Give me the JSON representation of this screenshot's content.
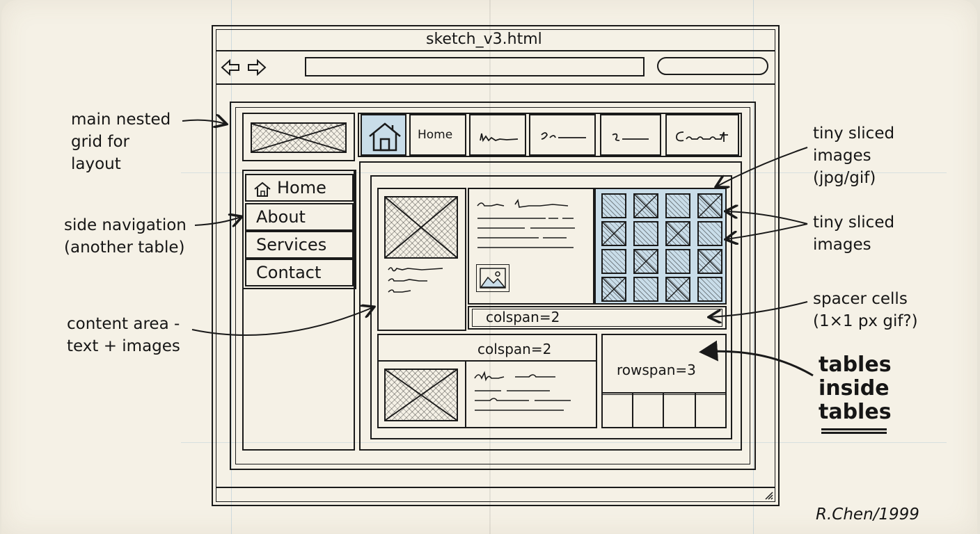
{
  "browser": {
    "window_title": "sketch_v3.html",
    "back_icon": "arrow-left-icon",
    "forward_icon": "arrow-right-icon"
  },
  "top_nav": {
    "home_icon": "house-icon",
    "cells": [
      "Home"
    ]
  },
  "side_nav": {
    "home_icon": "house-icon",
    "items": [
      "Home",
      "About",
      "Services",
      "Contact"
    ]
  },
  "content": {
    "colspan_label_1": "colspan=2",
    "colspan_label_2": "colspan=2",
    "rowspan_label": "rowspan=3"
  },
  "annotations": {
    "main_grid": "main nested\ngrid for\nlayout",
    "side_navigation": "side navigation\n(another table)",
    "content_area": "content area -\ntext + images",
    "tiny_sliced_1": "tiny sliced\nimages\n(jpg/gif)",
    "tiny_sliced_2": "tiny sliced\nimages",
    "spacer_cells": "spacer cells\n(1×1 px gif?)",
    "tables_inside": "tables\ninside\ntables"
  },
  "signature": "R.Chen/1999",
  "colors": {
    "ink": "#161616",
    "paper": "#f5f1e6",
    "blue_wash": "#c9dde9"
  }
}
